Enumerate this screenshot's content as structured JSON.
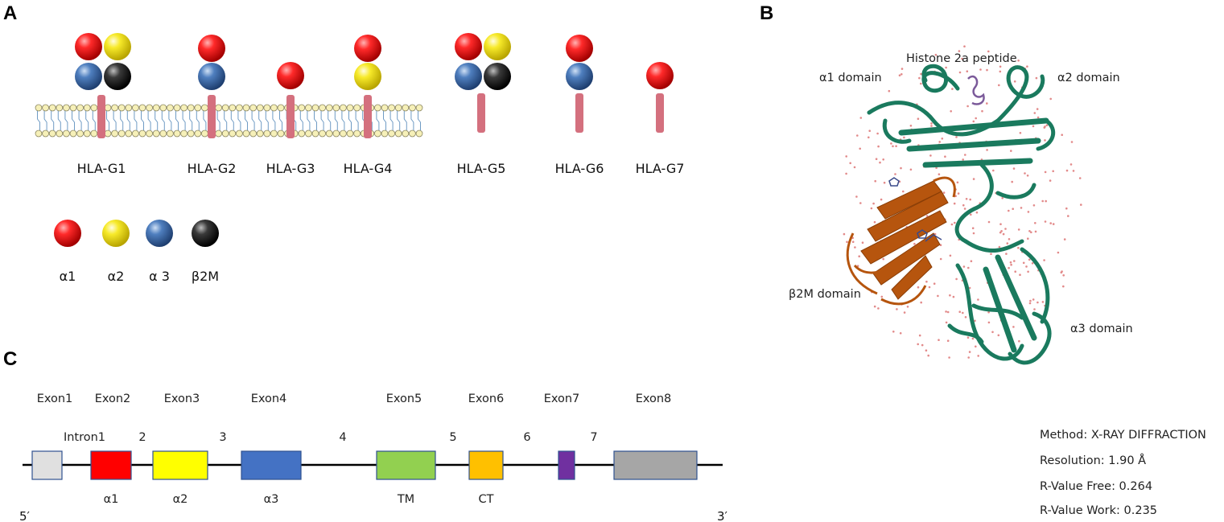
{
  "panels": {
    "a": "A",
    "b": "B",
    "c": "C"
  },
  "isoforms": [
    {
      "name": "HLA-G1",
      "domains": [
        "α1",
        "α2",
        "α 3",
        "β2M"
      ],
      "membrane": true
    },
    {
      "name": "HLA-G2",
      "domains": [
        "α1",
        "α 3"
      ],
      "membrane": true
    },
    {
      "name": "HLA-G3",
      "domains": [
        "α1"
      ],
      "membrane": true
    },
    {
      "name": "HLA-G4",
      "domains": [
        "α1",
        "α2"
      ],
      "membrane": true
    },
    {
      "name": "HLA-G5",
      "domains": [
        "α1",
        "α2",
        "α 3",
        "β2M"
      ],
      "membrane": false
    },
    {
      "name": "HLA-G6",
      "domains": [
        "α1",
        "α 3"
      ],
      "membrane": false
    },
    {
      "name": "HLA-G7",
      "domains": [
        "α1"
      ],
      "membrane": false
    }
  ],
  "legend": [
    {
      "label": "α1",
      "color": "#e8101a"
    },
    {
      "label": "α2",
      "color": "#f2e020"
    },
    {
      "label": "α 3",
      "color": "#3f6fb0"
    },
    {
      "label": "β2M",
      "color": "#2a2a2a"
    }
  ],
  "colors": {
    "stalk": "#d4707e",
    "lipid_head": "#f6f0b8",
    "lipid_tail": "#6f9bc4",
    "protein_main": "#1a7a5e",
    "protein_b2m": "#b6550e",
    "water": "#e28a8a",
    "peptide": "#7b5a9a"
  },
  "structure_labels": {
    "a1": "α1 domain",
    "peptide": "Histone 2a peptide",
    "a2": "α2 domain",
    "b2m": "β2M domain",
    "a3": "α3 domain"
  },
  "structure_info": [
    "Method: X-RAY DIFFRACTION",
    "Resolution: 1.90 Å",
    "R-Value Free: 0.264",
    "R-Value Work: 0.235"
  ],
  "gene": {
    "exons": [
      {
        "name": "Exon1",
        "color": "#e0e0e0",
        "domain": ""
      },
      {
        "name": "Exon2",
        "color": "#ff0000",
        "domain": "α1"
      },
      {
        "name": "Exon3",
        "color": "#ffff00",
        "domain": "α2"
      },
      {
        "name": "Exon4",
        "color": "#4472c4",
        "domain": "α3"
      },
      {
        "name": "Exon5",
        "color": "#92d050",
        "domain": "TM"
      },
      {
        "name": "Exon6",
        "color": "#ffc000",
        "domain": "CT"
      },
      {
        "name": "Exon7",
        "color": "#7030a0",
        "domain": ""
      },
      {
        "name": "Exon8",
        "color": "#a6a6a6",
        "domain": ""
      }
    ],
    "introns": [
      "Intron1",
      "2",
      "3",
      "4",
      "5",
      "6",
      "7"
    ],
    "five_prime": "5′",
    "three_prime": "3′"
  }
}
